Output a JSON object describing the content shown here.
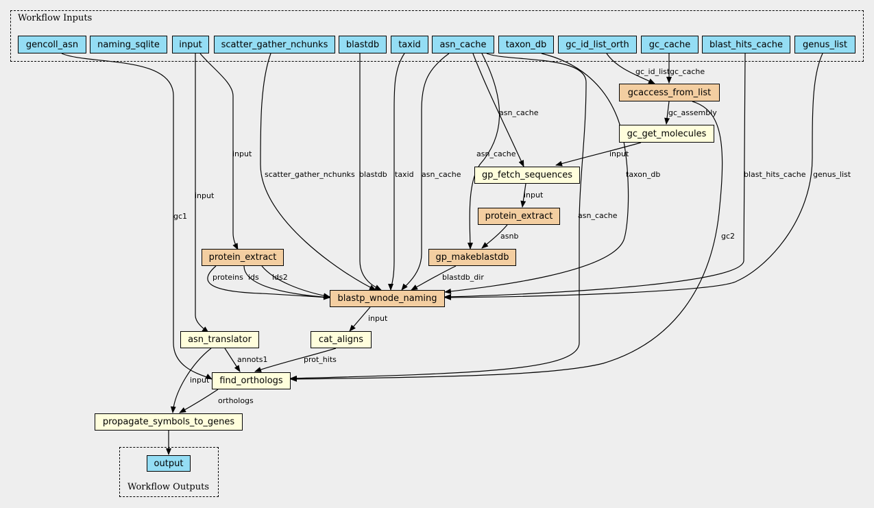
{
  "clusters": {
    "inputs_label": "Workflow Inputs",
    "outputs_label": "Workflow Outputs"
  },
  "inputs": {
    "gencoll_asn": "gencoll_asn",
    "naming_sqlite": "naming_sqlite",
    "input": "input",
    "scatter_gather_nchunks": "scatter_gather_nchunks",
    "blastdb": "blastdb",
    "taxid": "taxid",
    "asn_cache": "asn_cache",
    "taxon_db": "taxon_db",
    "gc_id_list_orth": "gc_id_list_orth",
    "gc_cache": "gc_cache",
    "blast_hits_cache": "blast_hits_cache",
    "genus_list": "genus_list"
  },
  "steps": {
    "gcaccess_from_list": "gcaccess_from_list",
    "gc_get_molecules": "gc_get_molecules",
    "gp_fetch_sequences": "gp_fetch_sequences",
    "protein_extract_right": "protein_extract",
    "gp_makeblastdb": "gp_makeblastdb",
    "protein_extract_left": "protein_extract",
    "blastp_wnode_naming": "blastp_wnode_naming",
    "asn_translator": "asn_translator",
    "cat_aligns": "cat_aligns",
    "find_orthologs": "find_orthologs",
    "propagate_symbols_to_genes": "propagate_symbols_to_genes"
  },
  "outputs": {
    "output": "output"
  },
  "edge_labels": {
    "gc1": "gc1",
    "input_to_asn_translator": "input",
    "input_to_protein_extract": "input",
    "scatter_gather_nchunks": "scatter_gather_nchunks",
    "blastdb": "blastdb",
    "taxid": "taxid",
    "asn_cache_to_blastp": "asn_cache",
    "asn_cache_to_fetch": "asn_cache",
    "asn_cache_to_makeblastdb": "asn_cache",
    "asn_cache_to_orthologs": "asn_cache",
    "taxon_db": "taxon_db",
    "gc_id_list": "gc_id_list",
    "gc_cache": "gc_cache",
    "gc_assembly": "gc_assembly",
    "input_to_fetch": "input",
    "input_to_protein_extract_right": "input",
    "asnb": "asnb",
    "blastdb_dir": "blastdb_dir",
    "proteins": "proteins",
    "ids": "ids",
    "lds2": "lds2",
    "blast_hits_cache": "blast_hits_cache",
    "genus_list": "genus_list",
    "gc2": "gc2",
    "input_from_blastp": "input",
    "prot_hits": "prot_hits",
    "annots1": "annots1",
    "input_to_propagate": "input",
    "orthologs": "orthologs"
  },
  "colors": {
    "input_node": "#94ddf4",
    "tool_node": "#f3cea1",
    "expression_node": "#fffedc",
    "background": "#eeeeee"
  }
}
